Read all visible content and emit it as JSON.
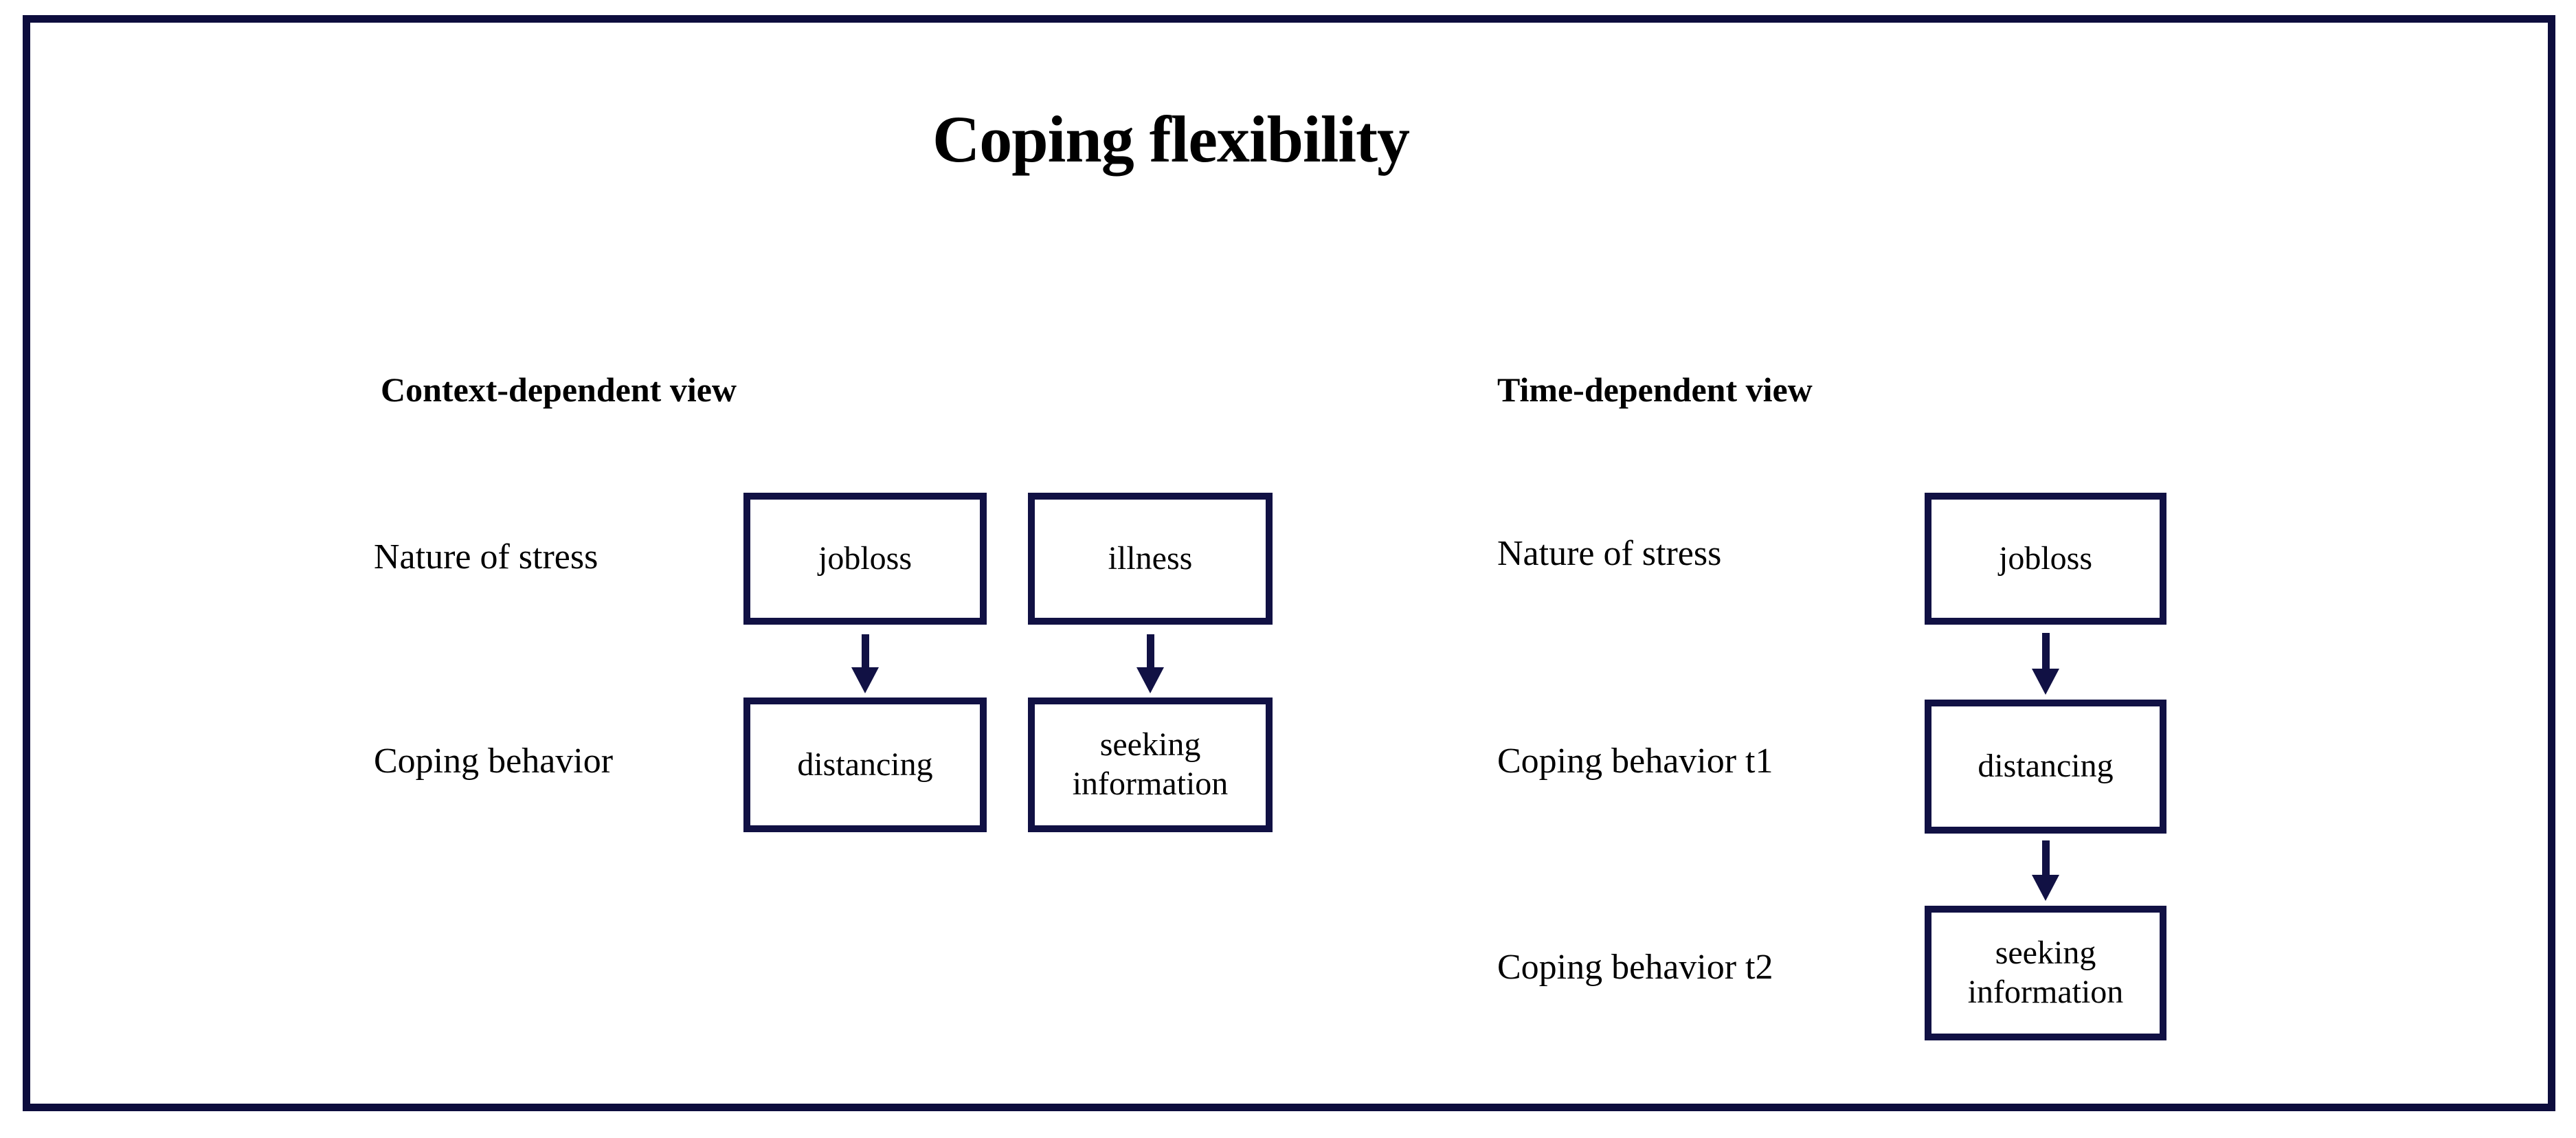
{
  "figure": {
    "title": "Coping flexibility",
    "frame_color": "#0d0d3d",
    "box_border_color": "#111144",
    "arrow_color": "#111144",
    "text_color": "#000000",
    "background_color": "#ffffff"
  },
  "panels": [
    {
      "id": "context-dependent",
      "heading": "Context-dependent view",
      "row_labels": [
        "Nature of stress",
        "Coping behavior"
      ],
      "columns": [
        {
          "id": "column-jobloss",
          "nodes": [
            {
              "label": "jobloss"
            },
            {
              "label": "distancing"
            }
          ]
        },
        {
          "id": "column-illness",
          "nodes": [
            {
              "label": "illness"
            },
            {
              "label": "seeking\ninformation",
              "line1": "seeking",
              "line2": "information"
            }
          ]
        }
      ]
    },
    {
      "id": "time-dependent",
      "heading": "Time-dependent view",
      "row_labels": [
        "Nature of stress",
        "Coping behavior t1",
        "Coping behavior t2"
      ],
      "columns": [
        {
          "id": "column-timeline",
          "nodes": [
            {
              "label": "jobloss"
            },
            {
              "label": "distancing"
            },
            {
              "label": "seeking\ninformation",
              "line1": "seeking",
              "line2": "information"
            }
          ]
        }
      ]
    }
  ]
}
